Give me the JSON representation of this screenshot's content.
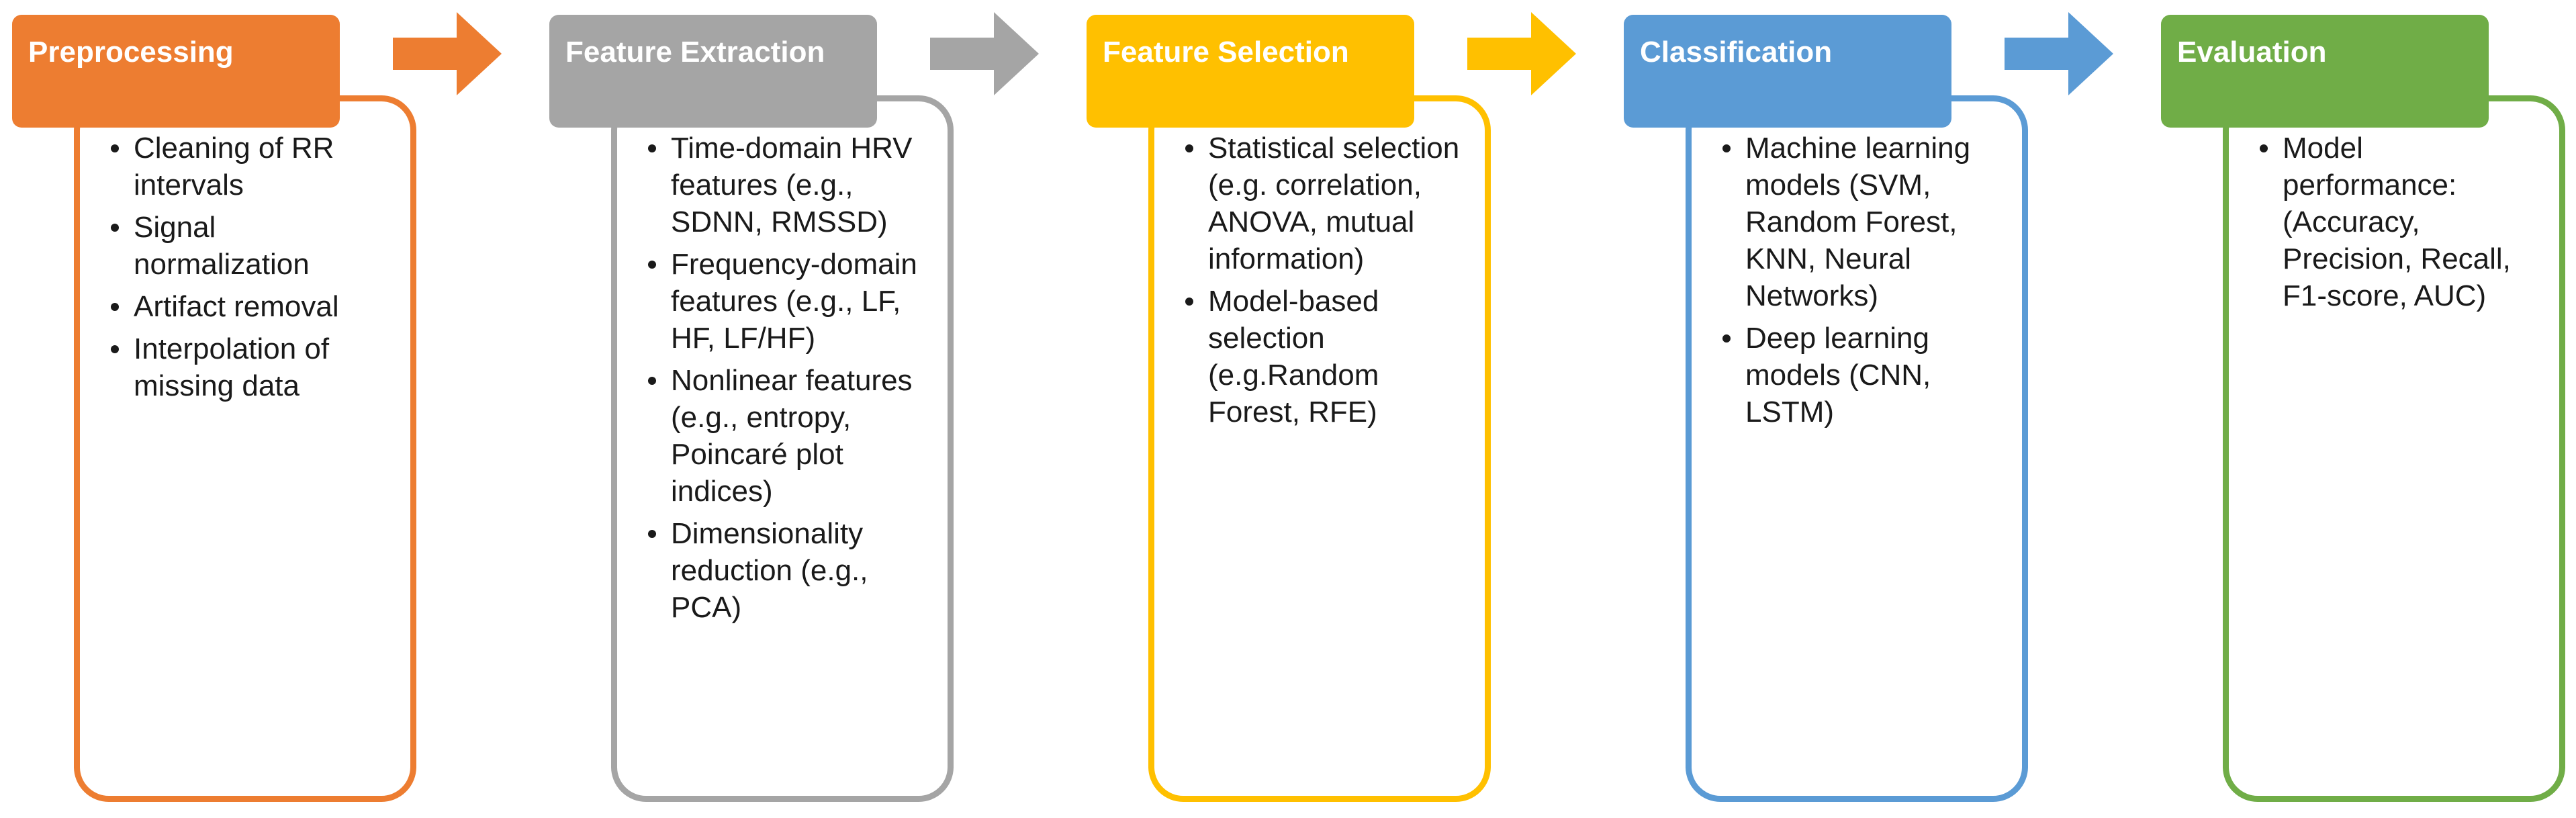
{
  "stages": [
    {
      "title": "Preprocessing",
      "color": "#ED7D31",
      "items": [
        "Cleaning of RR intervals",
        "Signal normalization",
        "Artifact removal",
        "Interpolation of missing data"
      ]
    },
    {
      "title": "Feature Extraction",
      "color": "#A5A5A5",
      "items": [
        "Time-domain HRV features (e.g., SDNN, RMSSD)",
        "Frequency-domain features (e.g., LF, HF, LF/HF)",
        "Nonlinear features (e.g., entropy, Poincaré plot indices)",
        "Dimensionality reduction (e.g., PCA)"
      ]
    },
    {
      "title": "Feature Selection",
      "color": "#FFC000",
      "items": [
        "Statistical selection (e.g. correlation, ANOVA, mutual information)",
        "Model-based selection (e.g.Random Forest, RFE)"
      ]
    },
    {
      "title": "Classification",
      "color": "#5B9BD5",
      "items": [
        "Machine learning models (SVM, Random Forest, KNN, Neural Networks)",
        "Deep learning models (CNN, LSTM)"
      ]
    },
    {
      "title": "Evaluation",
      "color": "#70AD47",
      "items": [
        "Model performance: (Accuracy, Precision, Recall, F1-score, AUC)"
      ]
    }
  ]
}
